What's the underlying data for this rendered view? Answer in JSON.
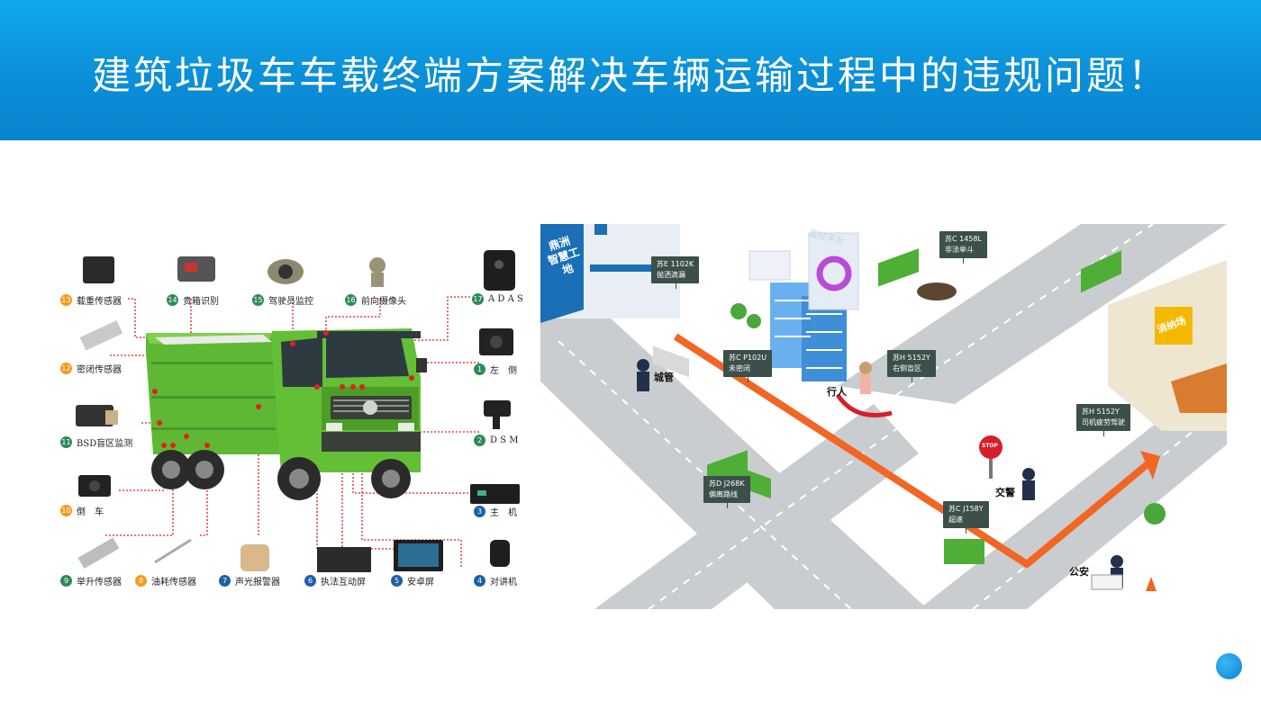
{
  "header": {
    "title": "建筑垃圾车车载终端方案解决车辆运输过程中的违规问题！",
    "background": "#0a8fd8"
  },
  "devices": [
    {
      "num": "13",
      "label": "载重传感器",
      "color": "#f59a1b"
    },
    {
      "num": "14",
      "label": "贵箱识别",
      "color": "#2e8b57"
    },
    {
      "num": "15",
      "label": "驾驶员监控",
      "color": "#2e8b57"
    },
    {
      "num": "16",
      "label": "前向摄像头",
      "color": "#2e8b57"
    },
    {
      "num": "17",
      "label": "A D A S",
      "color": "#2e8b57"
    },
    {
      "num": "12",
      "label": "密闭传感器",
      "color": "#f59a1b"
    },
    {
      "num": "1",
      "label": "左　侧",
      "color": "#2e8b57"
    },
    {
      "num": "11",
      "label": "BSD盲区监测",
      "color": "#2e8b57"
    },
    {
      "num": "2",
      "label": "D S M",
      "color": "#2e8b57"
    },
    {
      "num": "10",
      "label": "倒　车",
      "color": "#f59a1b"
    },
    {
      "num": "3",
      "label": "主　机",
      "color": "#1f5fa8"
    },
    {
      "num": "9",
      "label": "举升传感器",
      "color": "#2e8b57"
    },
    {
      "num": "8",
      "label": "油耗传感器",
      "color": "#f59a1b"
    },
    {
      "num": "7",
      "label": "声光报警器",
      "color": "#1f5fa8"
    },
    {
      "num": "6",
      "label": "执法互动屏",
      "color": "#1f5fa8"
    },
    {
      "num": "5",
      "label": "安卓屏",
      "color": "#1f5fa8"
    },
    {
      "num": "4",
      "label": "对讲机",
      "color": "#1f5fa8"
    }
  ],
  "scene": {
    "gate_sign": "鼎洲\n智慧工地",
    "site_sign": "消纳场",
    "cloud_label": "监控平台",
    "vehicles": [
      {
        "plate": "苏E 1102K",
        "issue": "抛洒滴漏"
      },
      {
        "plate": "苏C P102U",
        "issue": "未密闭"
      },
      {
        "plate": "苏C 1458L",
        "issue": "非法举斗"
      },
      {
        "plate": "苏H 5152Y",
        "issue": "右侧盲区"
      },
      {
        "plate": "苏H 5152Y",
        "issue": "司机疲劳驾驶"
      },
      {
        "plate": "苏D J268K",
        "issue": "偏离路线"
      },
      {
        "plate": "苏C J158Y",
        "issue": "超速"
      }
    ],
    "people": {
      "city": "城管",
      "pedestrian": "行人",
      "traffic": "交警",
      "police": "公安"
    },
    "stop_sign": "STOP",
    "route_color": "#f26522"
  }
}
